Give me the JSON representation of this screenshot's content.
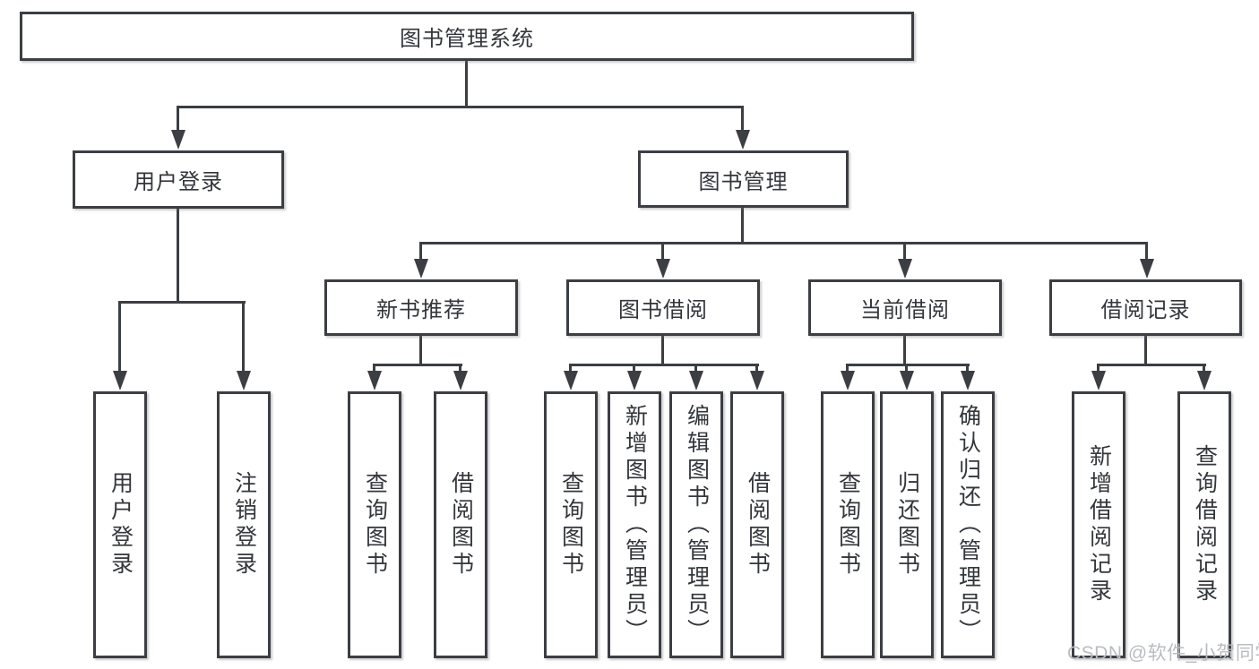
{
  "colors": {
    "line": "#3b3e43",
    "text": "#33363b",
    "box-bg": "#ffffff",
    "page-bg": "#ffffff",
    "watermark": "#b9bcc1"
  },
  "watermark": {
    "text": "CSDN @软件_小贺同学"
  },
  "tree": {
    "root": {
      "label": "图书管理系统"
    },
    "branches": [
      {
        "label": "用户登录",
        "children": [
          {
            "label": "用户登录"
          },
          {
            "label": "注销登录"
          }
        ]
      },
      {
        "label": "图书管理",
        "children": [
          {
            "label": "新书推荐",
            "children": [
              {
                "label": "查询图书"
              },
              {
                "label": "借阅图书"
              }
            ]
          },
          {
            "label": "图书借阅",
            "children": [
              {
                "label": "查询图书"
              },
              {
                "label": "新增图书（管理员）"
              },
              {
                "label": "编辑图书（管理员）"
              },
              {
                "label": "借阅图书"
              }
            ]
          },
          {
            "label": "当前借阅",
            "children": [
              {
                "label": "查询图书"
              },
              {
                "label": "归还图书"
              },
              {
                "label": "确认归还（管理员）"
              }
            ]
          },
          {
            "label": "借阅记录",
            "children": [
              {
                "label": "新增借阅记录"
              },
              {
                "label": "查询借阅记录"
              }
            ]
          }
        ]
      }
    ]
  }
}
